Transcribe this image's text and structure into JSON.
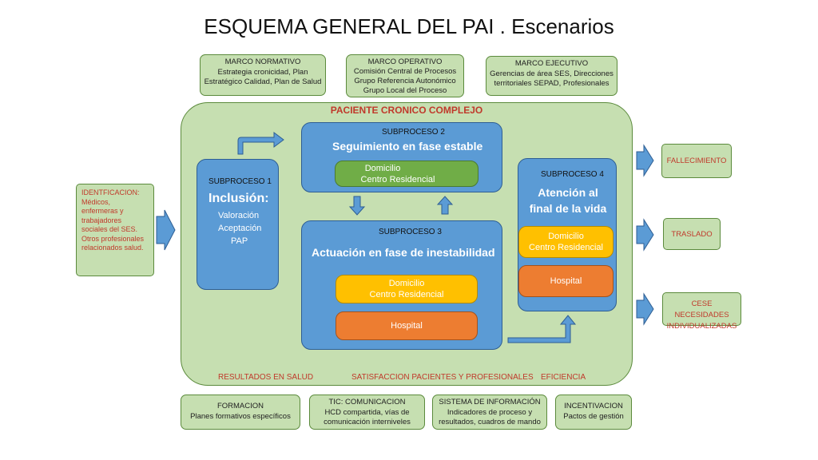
{
  "title": "ESQUEMA GENERAL DEL PAI . Escenarios",
  "top_boxes": [
    {
      "heading": "MARCO NORMATIVO",
      "lines": [
        "Estrategia cronicidad, Plan",
        "Estratégico Calidad, Plan de Salud"
      ]
    },
    {
      "heading": "MARCO OPERATIVO",
      "lines": [
        "Comisión Central de Procesos",
        "Grupo Referencia Autonómico",
        "Grupo Local del Proceso"
      ]
    },
    {
      "heading": "MARCO EJECUTIVO",
      "lines": [
        "Gerencias de área SES, Direcciones",
        "territoriales SEPAD, Profesionales"
      ]
    }
  ],
  "identification": {
    "heading": "IDENTFICACION:",
    "lines": [
      "Médicos,",
      "enfermeras y",
      "trabajadores",
      "sociales del SES.",
      "Otros profesionales",
      "relacionados salud."
    ]
  },
  "main_title": "PACIENTE CRONICO COMPLEJO",
  "sub1": {
    "heading": "SUBPROCESO 1",
    "title": "Inclusión:",
    "lines": [
      "Valoración",
      "Aceptación",
      "PAP"
    ]
  },
  "sub2": {
    "heading": "SUBPROCESO 2",
    "title": "Seguimiento en fase estable",
    "pill": [
      "Domicilio",
      "Centro Residencial"
    ]
  },
  "sub3": {
    "heading": "SUBPROCESO 3",
    "title": "Actuación en fase de inestabilidad",
    "pill1": [
      "Domicilio",
      "Centro Residencial"
    ],
    "pill2": "Hospital"
  },
  "sub4": {
    "heading": "SUBPROCESO 4",
    "title": [
      "Atención al",
      "final de la vida"
    ],
    "pill1": [
      "Domicilio",
      "Centro Residencial"
    ],
    "pill2": "Hospital"
  },
  "bottom_labels": [
    "RESULTADOS EN SALUD",
    "SATISFACCION PACIENTES Y PROFESIONALES",
    "EFICIENCIA"
  ],
  "outcomes": [
    "FALLECIMIENTO",
    "TRASLADO",
    "CESE NECESIDADES INDIVIDUALIZADAS"
  ],
  "footer_boxes": [
    {
      "heading": "FORMACION",
      "lines": [
        "Planes formativos específicos"
      ]
    },
    {
      "heading": "TIC: COMUNICACION",
      "lines": [
        "HCD compartida, vías de",
        "comunicación interniveles"
      ]
    },
    {
      "heading": "SISTEMA DE INFORMACIÓN",
      "lines": [
        "Indicadores de proceso y",
        "resultados, cuadros de mando"
      ]
    },
    {
      "heading": "INCENTIVACION",
      "lines": [
        "Pactos de gestión"
      ]
    }
  ],
  "colors": {
    "green_fill": "#c6dfb1",
    "green_border": "#5b8a3c",
    "blue": "#5b9bd5",
    "yellow": "#ffc000",
    "orange": "#ed7d31",
    "red_text": "#c0392b"
  }
}
